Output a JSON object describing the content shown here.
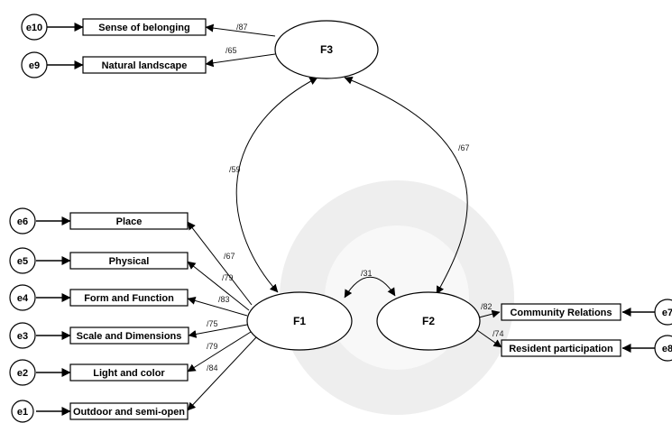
{
  "factors": {
    "f1": "F1",
    "f2": "F2",
    "f3": "F3"
  },
  "indicators": {
    "place": "Place",
    "physical": "Physical",
    "form_function": "Form and Function",
    "scale_dimensions": "Scale and Dimensions",
    "light_color": "Light and color",
    "outdoor": "Outdoor and semi-open",
    "community": "Community Relations",
    "resident": "Resident participation",
    "belonging": "Sense of belonging",
    "natural": "Natural landscape"
  },
  "errors": {
    "e1": "e1",
    "e2": "e2",
    "e3": "e3",
    "e4": "e4",
    "e5": "e5",
    "e6": "e6",
    "e7": "e7",
    "e8": "e8",
    "e9": "e9",
    "e10": "e10"
  },
  "loadings": {
    "place": "/67",
    "physical": "/79",
    "form_function": "/83",
    "scale_dimensions": "/75",
    "light_color": "/79",
    "outdoor": "/84",
    "community": "/82",
    "resident": "/74",
    "belonging": "/87",
    "natural": "/65"
  },
  "correlations": {
    "f1_f2": "/31",
    "f1_f3": "/59",
    "f2_f3": "/67"
  }
}
